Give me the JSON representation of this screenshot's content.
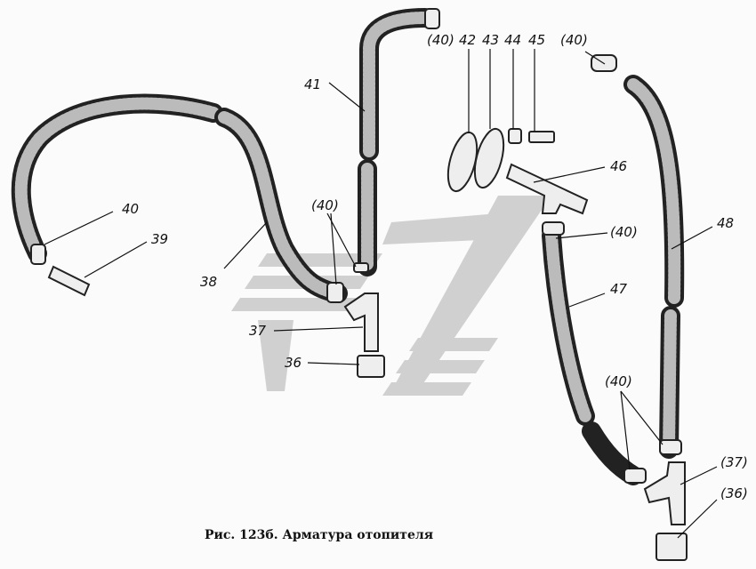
{
  "caption": "Рис. 123б. Арматура отопителя",
  "labels": {
    "l36a": "36",
    "l37a": "37",
    "l38": "38",
    "l39": "39",
    "l40a": "40",
    "l40b": "(40)",
    "l40c": "(40)",
    "l41": "41",
    "l42": "42",
    "l43": "43",
    "l44": "44",
    "l45": "45",
    "l40d": "(40)",
    "l46": "46",
    "l40e": "(40)",
    "l47": "47",
    "l48": "48",
    "l40f": "(40)",
    "l37b": "(37)",
    "l36b": "(36)"
  }
}
